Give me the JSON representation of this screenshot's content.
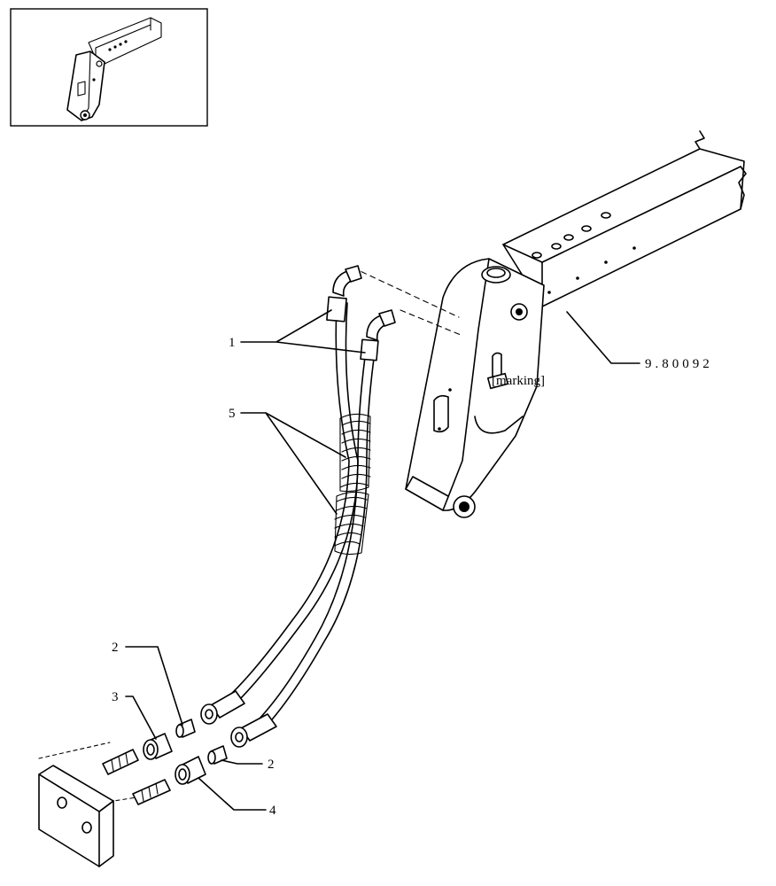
{
  "callouts": {
    "c1": "1",
    "c2a": "2",
    "c2b": "2",
    "c3": "3",
    "c4": "4",
    "c5": "5",
    "ref": "9.80092"
  },
  "frame_plate_text": "[marking]"
}
